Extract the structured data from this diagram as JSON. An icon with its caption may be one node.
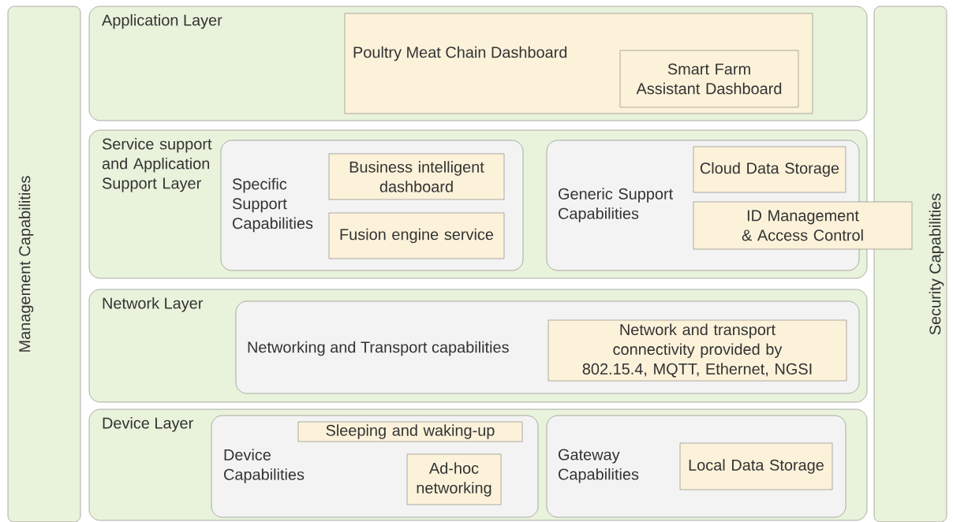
{
  "diagram": {
    "nodes": [
      {
        "text": [
          "Management Capabilities"
        ]
      },
      {
        "text": [
          "Application Layer"
        ]
      },
      {
        "text": [
          "Poultry Meat Chain Dashboard"
        ],
        "in": 1
      },
      {
        "text": [
          "Smart Farm Assistant Dashboard"
        ],
        "in": 2
      },
      {
        "text": [
          "Service support and Application Support Layer"
        ]
      },
      {
        "text": [
          "Specific Support Capabilities"
        ],
        "in": 4
      },
      {
        "text": [
          "Business intelligent dashboard"
        ],
        "in": 5
      },
      {
        "text": [
          "Fusion engine service"
        ],
        "in": 5
      },
      {
        "text": [
          "Generic Support Capabilities"
        ],
        "in": 4
      },
      {
        "text": [
          "Cloud Data Storage"
        ],
        "in": 8
      },
      {
        "text": [
          "ID Management & Access Control"
        ]
      },
      {
        "text": [
          "Network Layer"
        ]
      },
      {
        "text": [
          "Networking and Transport capabilities"
        ],
        "in": 11
      },
      {
        "text": [
          "Network and transport connectivity provided by 802.15.4, MQTT, Ethernet, NGSI"
        ],
        "in": 12
      },
      {
        "text": [
          "Device Layer"
        ]
      },
      {
        "text": [
          "Device Capabilities"
        ],
        "in": 14
      },
      {
        "text": [
          "Sleeping and waking-up"
        ],
        "in": 15
      },
      {
        "text": [
          "Ad-hoc networking"
        ],
        "in": 15
      },
      {
        "text": [
          "Gateway Capabilities"
        ],
        "in": 14
      },
      {
        "text": [
          "Local Data Storage"
        ],
        "in": 18
      },
      {
        "text": [
          "Security Capabilities"
        ]
      }
    ]
  }
}
